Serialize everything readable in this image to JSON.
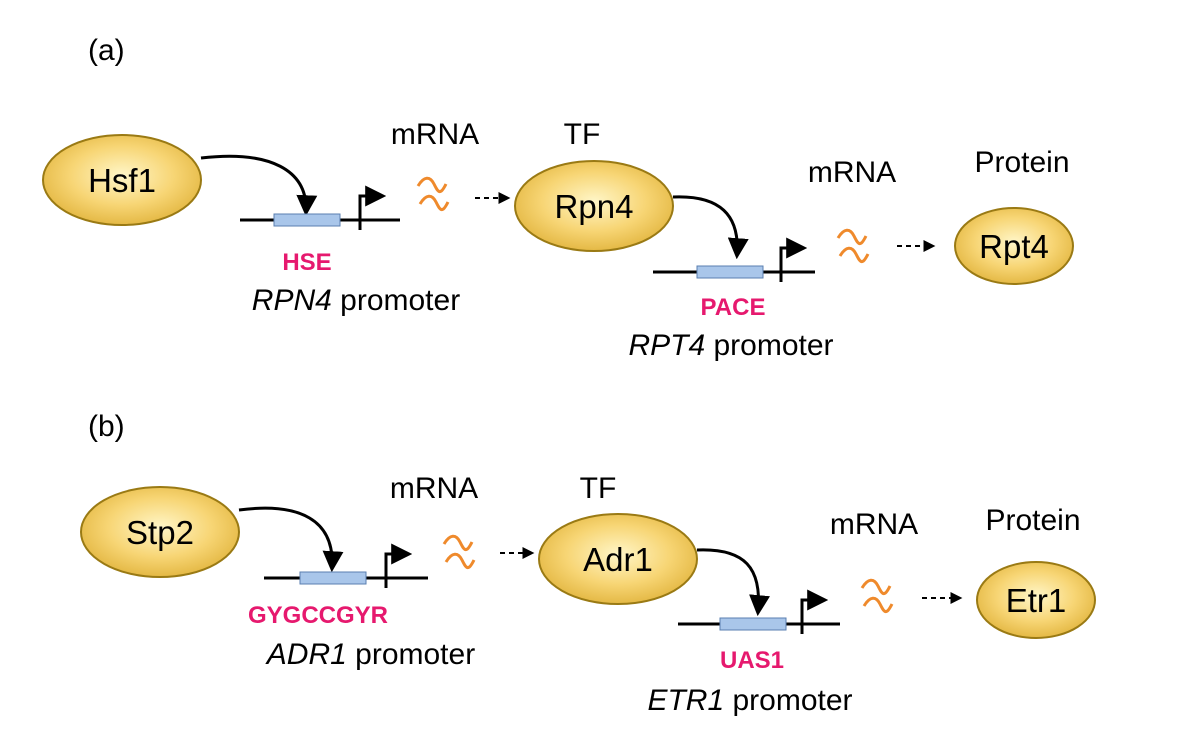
{
  "colors": {
    "node_fill_center": "#fff6c8",
    "node_fill_edge": "#e0b23a",
    "node_stroke": "#9a7a14",
    "motif_box": "#a9c6ea",
    "motif_text": "#e6196e",
    "mrna": "#ef8a2c",
    "line": "#000000"
  },
  "icons": [
    "curved-arrow-icon",
    "transcription-start-arrow-icon",
    "mrna-wave-icon",
    "dashed-arrow-icon"
  ],
  "panels": [
    {
      "label": "(a)",
      "regulator": "Hsf1",
      "mrna_label_1": "mRNA",
      "tf_header": "TF",
      "tf": "Rpn4",
      "mrna_label_2": "mRNA",
      "protein_header": "Protein",
      "protein": "Rpt4",
      "motif_1": "HSE",
      "promoter_1_gene": "RPN4",
      "promoter_1_word": " promoter",
      "motif_2": "PACE",
      "promoter_2_gene": "RPT4",
      "promoter_2_word": " promoter"
    },
    {
      "label": "(b)",
      "regulator": "Stp2",
      "mrna_label_1": "mRNA",
      "tf_header": "TF",
      "tf": "Adr1",
      "mrna_label_2": "mRNA",
      "protein_header": "Protein",
      "protein": "Etr1",
      "motif_1": "GYGCCGYR",
      "promoter_1_gene": "ADR1",
      "promoter_1_word": " promoter",
      "motif_2": "UAS1",
      "promoter_2_gene": "ETR1",
      "promoter_2_word": " promoter"
    }
  ]
}
